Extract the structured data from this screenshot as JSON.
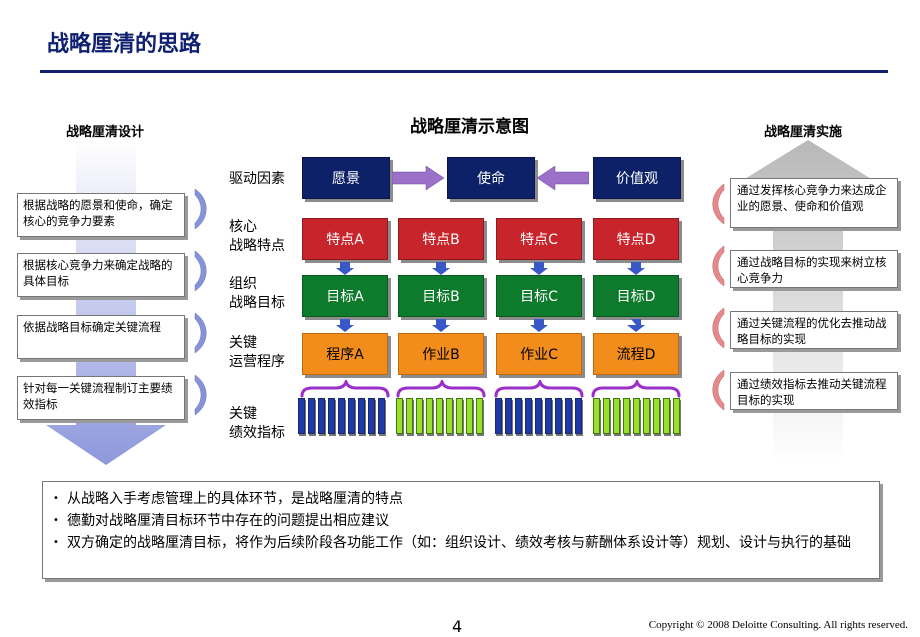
{
  "page": {
    "title": "战略厘清的思路",
    "page_number": "4",
    "copyright": "Copyright © 2008 Deloitte Consulting. All rights reserved."
  },
  "left": {
    "heading": "战略厘清设计",
    "boxes": [
      "根据战略的愿景和使命，确定核心的竞争力要素",
      "根据核心竞争力来确定战略的具体目标",
      "依据战略目标确定关键流程",
      "针对每一关键流程制订主要绩效指标"
    ]
  },
  "right": {
    "heading": "战略厘清实施",
    "boxes": [
      "通过发挥核心竞争力来达成企业的愿景、使命和价值观",
      "通过战略目标的实现来树立核心竞争力",
      "通过关键流程的优化去推动战略目标的实现",
      "通过绩效指标去推动关键流程目标的实现"
    ]
  },
  "diagram": {
    "title": "战略厘清示意图",
    "row_labels": {
      "drivers": "驱动因素",
      "features": [
        "核心",
        "战略特点"
      ],
      "goals": [
        "组织",
        "战略目标"
      ],
      "process": [
        "关键",
        "运营程序"
      ],
      "kpi": [
        "关键",
        "绩效指标"
      ]
    },
    "drivers": [
      "愿景",
      "使命",
      "价值观"
    ],
    "features": [
      "特点A",
      "特点B",
      "特点C",
      "特点D"
    ],
    "goals": [
      "目标A",
      "目标B",
      "目标C",
      "目标D"
    ],
    "process": [
      "程序A",
      "作业B",
      "作业C",
      "流程D"
    ]
  },
  "bullets": [
    "从战略入手考虑管理上的具体环节，是战略厘清的特点",
    "德勤对战略厘清目标环节中存在的问题提出相应建议",
    "双方确定的战略厘清目标，将作为后续阶段各功能工作（如：组织设计、绩效考核与薪酬体系设计等）规划、设计与执行的基础"
  ],
  "colors": {
    "title": "#102070",
    "vision": "#0c2168",
    "feature": "#c7242b",
    "goal": "#0d7a2c",
    "process": "#f28c1b",
    "kpi_blue": "#1d3aa8",
    "kpi_green": "#9adf2e",
    "brace": "#9b30c8"
  }
}
